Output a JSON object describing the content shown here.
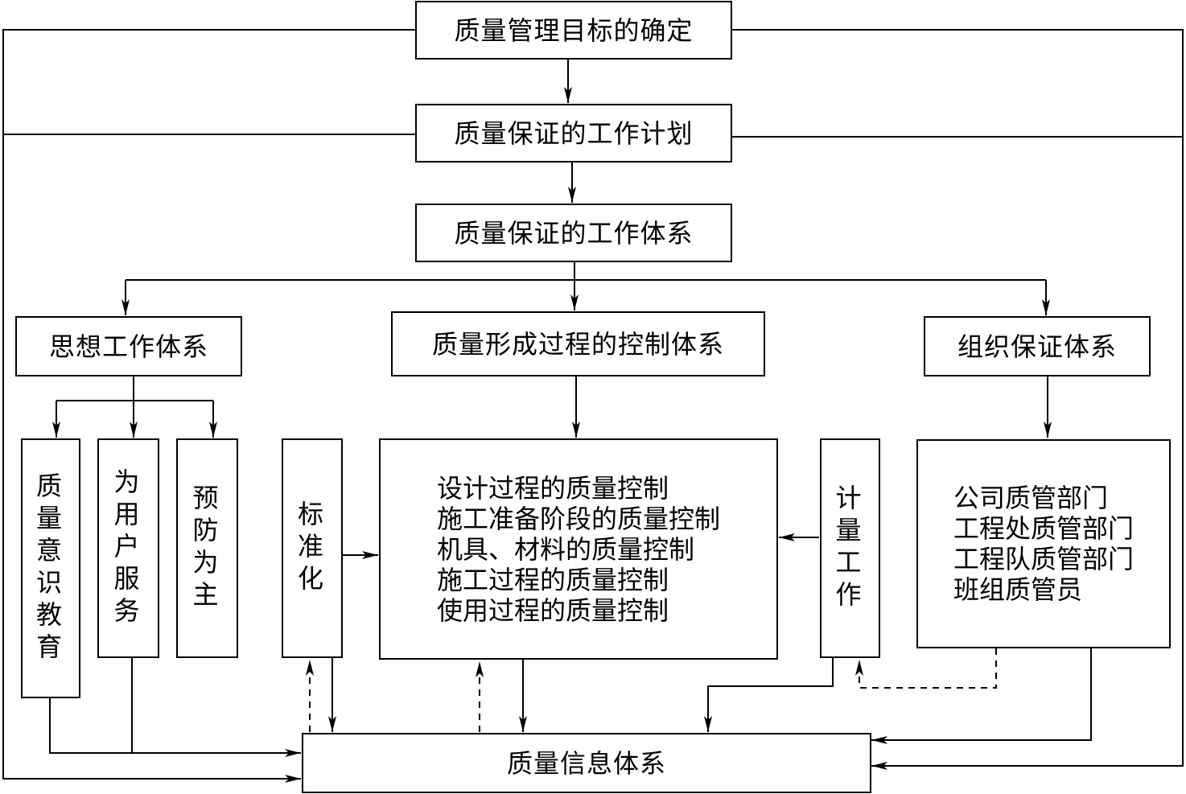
{
  "boxes": {
    "goal": "质量管理目标的确定",
    "plan": "质量保证的工作计划",
    "system": "质量保证的工作体系",
    "ideology": "思想工作体系",
    "process_control": "质量形成过程的控制体系",
    "organization": "组织保证体系",
    "quality_awareness": "质量意识教育",
    "user_service": "为用户服务",
    "prevention": "预防为主",
    "standardization": "标准化",
    "measurement": "计量工作",
    "info_system": "质量信息体系"
  },
  "process_items": [
    "设计过程的质量控制",
    "施工准备阶段的质量控制",
    "机具、材料的质量控制",
    "施工过程的质量控制",
    "使用过程的质量控制"
  ],
  "org_items": [
    "公司质管部门",
    "工程处质管部门",
    "工程队质管部门",
    "班组质管员"
  ],
  "colors": {
    "line": "#000000",
    "background": "#ffffff"
  }
}
